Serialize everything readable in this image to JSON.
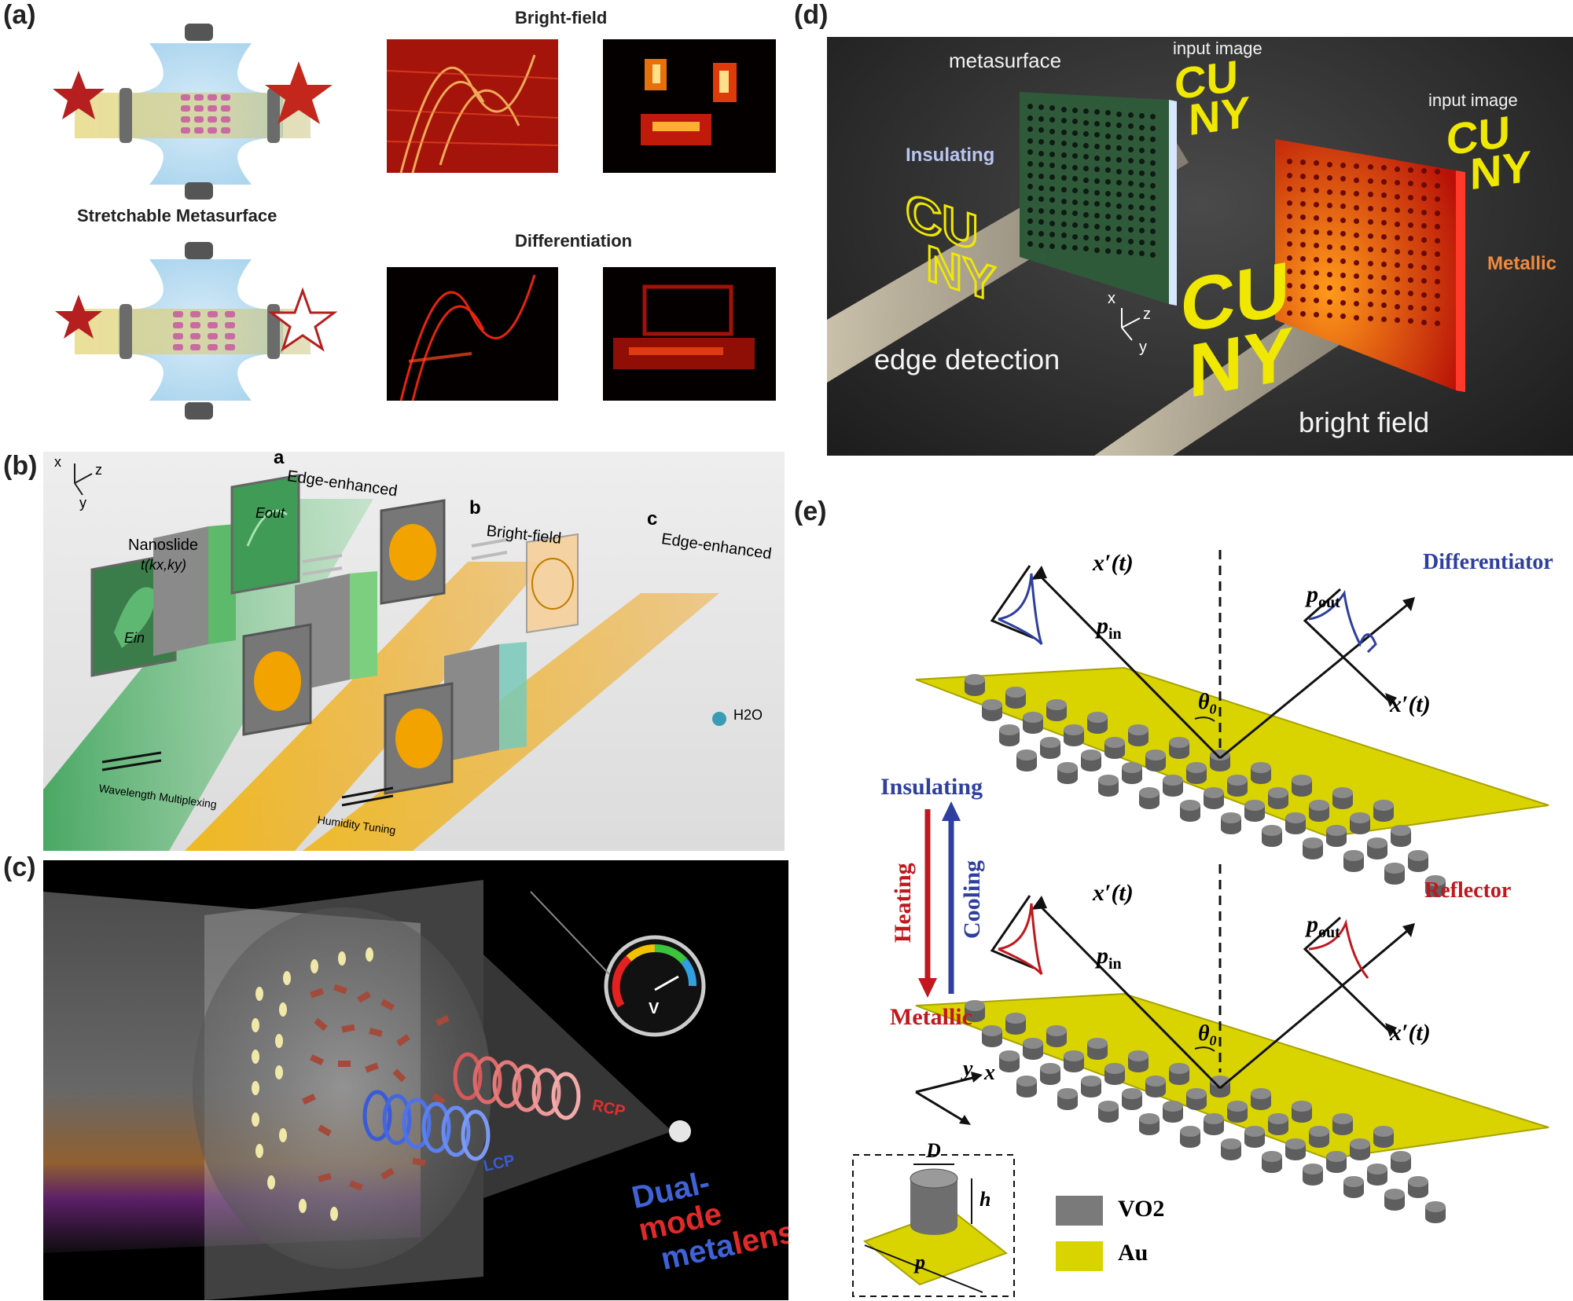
{
  "panels": {
    "a": {
      "label": "(a)",
      "caption": "Stretchable Metasurface",
      "bright_field": "Bright-field",
      "differentiation": "Differentiation"
    },
    "b": {
      "label": "(b)",
      "axis_x": "x",
      "axis_y": "y",
      "axis_z": "z",
      "sub_a": "a",
      "sub_b": "b",
      "sub_c": "c",
      "edge_enhanced_1": "Edge-enhanced",
      "edge_enhanced_2": "Edge-enhanced",
      "bright_field": "Bright-field",
      "nanoslide": "Nanoslide",
      "transfer": "t(kx,ky)",
      "e_out": "Eout",
      "e_in": "Ein",
      "wavelength_mux": "Wavelength Multiplexing",
      "humidity": "Humidity Tuning",
      "water": "H2O"
    },
    "c": {
      "label": "(c)",
      "rcp": "RCP",
      "lcp": "LCP",
      "gauge_unit": "V",
      "dual_1": "Dual-",
      "dual_2": "mode",
      "meta_1": "meta",
      "meta_2": "lens"
    },
    "d": {
      "label": "(d)",
      "metasurface": "metasurface",
      "input_image_1": "input image",
      "input_image_2": "input image",
      "insulating": "Insulating",
      "metallic": "Metallic",
      "edge_detection": "edge detection",
      "bright_field": "bright field",
      "axis_x": "x",
      "axis_y": "y",
      "axis_z": "z",
      "cuny_1": "CU",
      "cuny_2": "NY"
    },
    "e": {
      "label": "(e)",
      "differentiator": "Differentiator",
      "reflector": "Reflector",
      "insulating": "Insulating",
      "metallic": "Metallic",
      "heating": "Heating",
      "cooling": "Cooling",
      "x_prime": "x′(t)",
      "p_in": "p",
      "p_in_sub": "in",
      "p_out": "p",
      "p_out_sub": "out",
      "theta": "θ",
      "theta_sub": "0",
      "axis_x": "x",
      "axis_y": "y",
      "inset_d": "D",
      "inset_h": "h",
      "inset_p": "p",
      "legend_vo2": "VO2",
      "legend_au": "Au"
    }
  },
  "colors": {
    "red_star": "#b51f1f",
    "hot_red": "#e01010",
    "green_beam": "#3aa655",
    "yellow_beam": "#f2b300",
    "blue_label": "#2e3f9e",
    "red_label": "#c0181e",
    "gold_plate": "#d9d400",
    "vo2_gray": "#7a7a7a"
  }
}
